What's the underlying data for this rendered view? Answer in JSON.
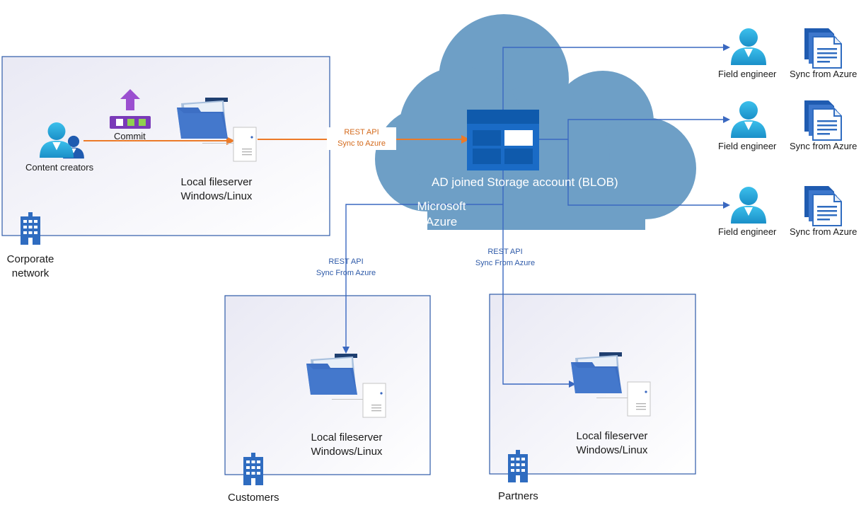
{
  "corporate": {
    "content_creators": "Content creators",
    "commit": "Commit",
    "fileserver_line1": "Local fileserver",
    "fileserver_line2": "Windows/Linux",
    "network_line1": "Corporate",
    "network_line2": "network"
  },
  "cloud": {
    "storage_label": "AD joined Storage account (BLOB)",
    "azure_line1": "Microsoft",
    "azure_line2": "Azure"
  },
  "sync_to_azure": {
    "line1": "REST API",
    "line2": "Sync to Azure"
  },
  "sync_from_azure_customers": {
    "line1": "REST API",
    "line2": "Sync From Azure"
  },
  "sync_from_azure_partners": {
    "line1": "REST API",
    "line2": "Sync From Azure"
  },
  "field": [
    {
      "user": "Field engineer",
      "doc": "Sync from Azure"
    },
    {
      "user": "Field engineer",
      "doc": "Sync from Azure"
    },
    {
      "user": "Field engineer",
      "doc": "Sync from Azure"
    }
  ],
  "customers": {
    "fileserver_line1": "Local fileserver",
    "fileserver_line2": "Windows/Linux",
    "label": "Customers"
  },
  "partners": {
    "fileserver_line1": "Local fileserver",
    "fileserver_line2": "Windows/Linux",
    "label": "Partners"
  },
  "colors": {
    "cloud": "#6e9fc6",
    "orange_arrow": "#ec7a28",
    "blue_line": "#3a68c0",
    "user_icon": "#2fb0e0",
    "folder": "#3d6fc4",
    "storage": "#1a6bc6"
  }
}
